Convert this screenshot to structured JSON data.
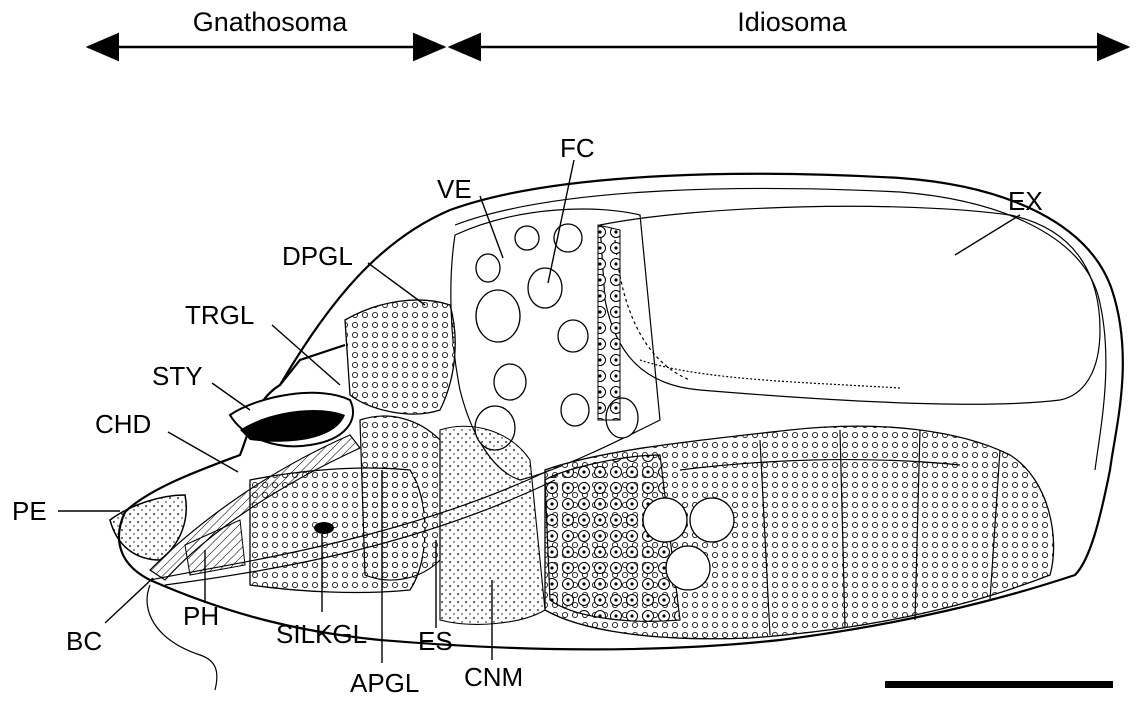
{
  "figure": {
    "regions": {
      "gnathosoma": "Gnathosoma",
      "idiosoma": "Idiosoma"
    },
    "labels": {
      "pe": "PE",
      "chd": "CHD",
      "sty": "STY",
      "trgl": "TRGL",
      "dpgl": "DPGL",
      "ve": "VE",
      "fc": "FC",
      "ex": "EX",
      "bc": "BC",
      "ph": "PH",
      "silkgl": "SILKGL",
      "apgl": "APGL",
      "es": "ES",
      "cnm": "CNM"
    },
    "colors": {
      "ink": "#000000",
      "paper": "#ffffff"
    }
  }
}
